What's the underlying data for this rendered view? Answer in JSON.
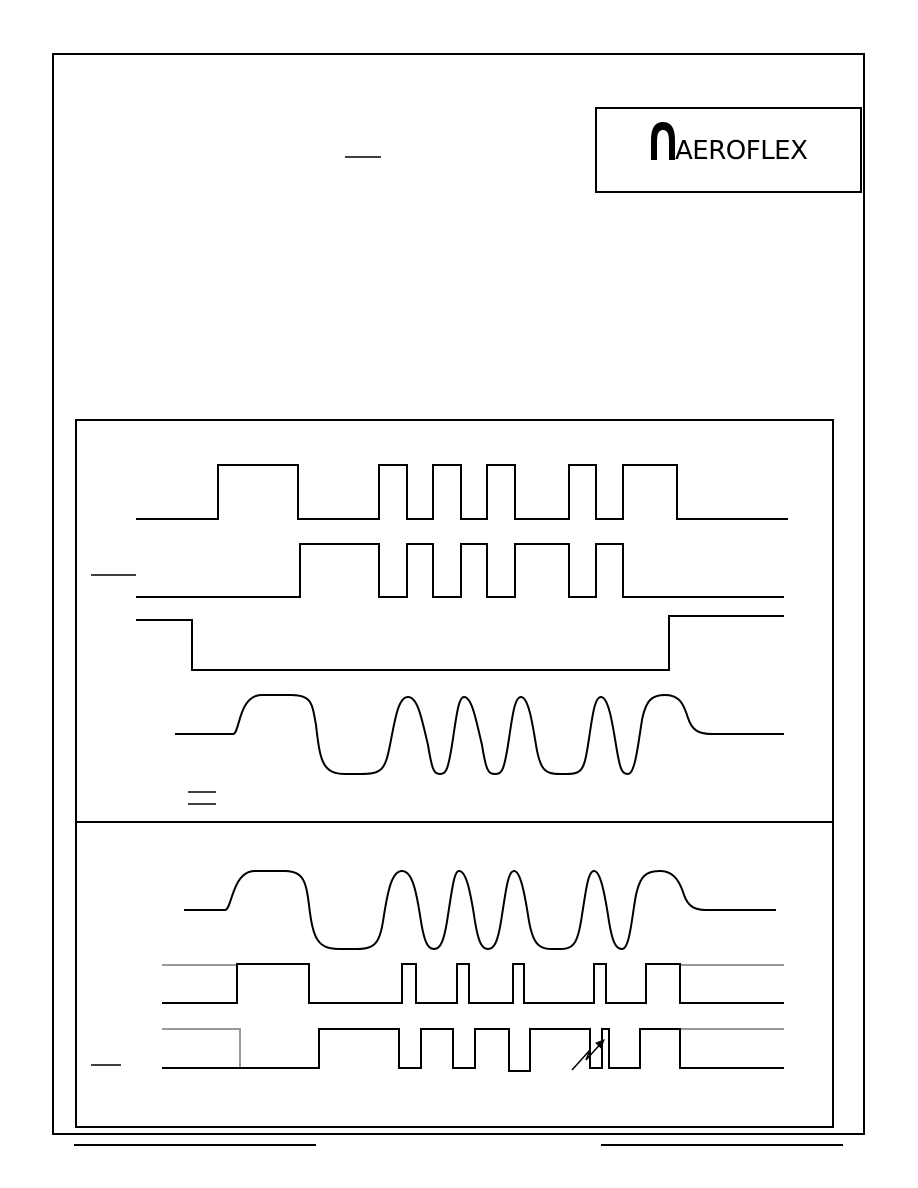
{
  "logo": {
    "brand": "AEROFLEX",
    "icon": "aeroflex-arch-logo"
  },
  "colors": {
    "ink": "#000000",
    "gray_trace": "#999999",
    "background": "#ffffff"
  },
  "diagram": {
    "upper_panel": {
      "traces": [
        "digital-input-a",
        "digital-input-b",
        "enable-signal",
        "analog-output"
      ]
    },
    "lower_panel": {
      "traces": [
        "analog-input",
        "digital-output-a",
        "digital-output-b"
      ],
      "annotation": "error-arrow"
    }
  }
}
